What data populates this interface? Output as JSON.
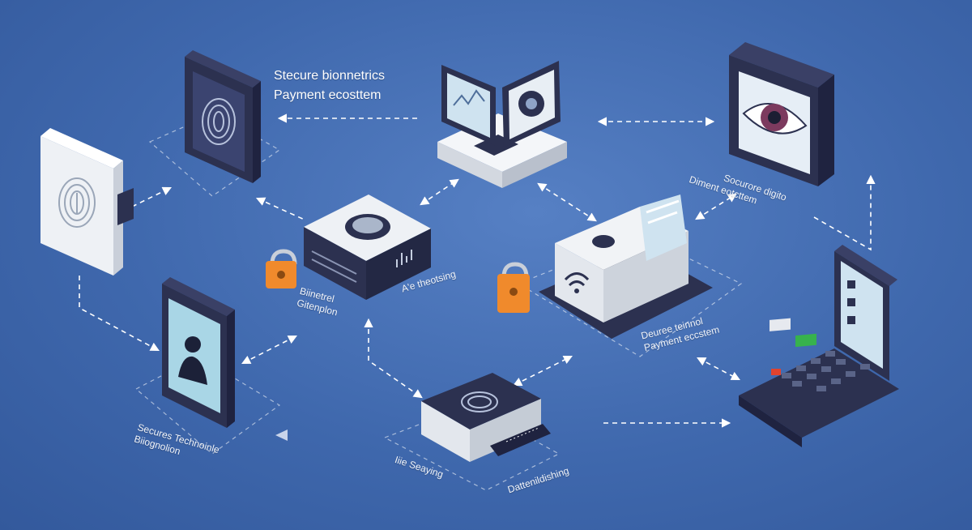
{
  "title": {
    "line1": "Stecure bionnetrics",
    "line2": "Payment ecosttem"
  },
  "labels": {
    "eye_scanner": {
      "line1": "Socurore digito",
      "line2": "Diment eotcttem"
    },
    "hub_side": {
      "line1": "Biinetrel",
      "line2": "Gitenplon"
    },
    "hub_right": {
      "line1": "A'e theotsing"
    },
    "terminal": {
      "line1": "Deuree teinnol",
      "line2": "Payment eccstem"
    },
    "phone": {
      "line1": "Secures Technoinle",
      "line2": "Biiognolion"
    },
    "fingerprint_reader_bottom": {
      "line1": "Iiie Seaying"
    },
    "bottom_right": {
      "line1": "Dattenildishing"
    }
  },
  "colors": {
    "background": "#4169ae",
    "device_dark": "#2c3150",
    "device_light": "#eef1f5",
    "screen": "#cfe3f0",
    "lock": "#f08a2c",
    "accent_red": "#e0432e",
    "accent_green": "#37b24d"
  },
  "icons": [
    "fingerprint-icon",
    "eye-icon",
    "lock-icon",
    "wifi-icon",
    "person-icon",
    "keypad-icon"
  ]
}
